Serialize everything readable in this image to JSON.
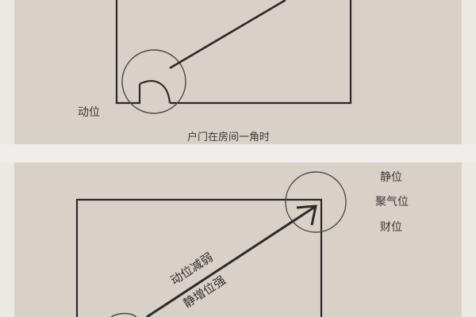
{
  "top_diagram": {
    "corner_label": "动位",
    "caption": "户门在房间一角时"
  },
  "bottom_diagram": {
    "side_labels": [
      "静位",
      "聚气位",
      "财位"
    ],
    "arrow_label_upper": "动位减弱",
    "arrow_label_lower": "静增位强"
  }
}
